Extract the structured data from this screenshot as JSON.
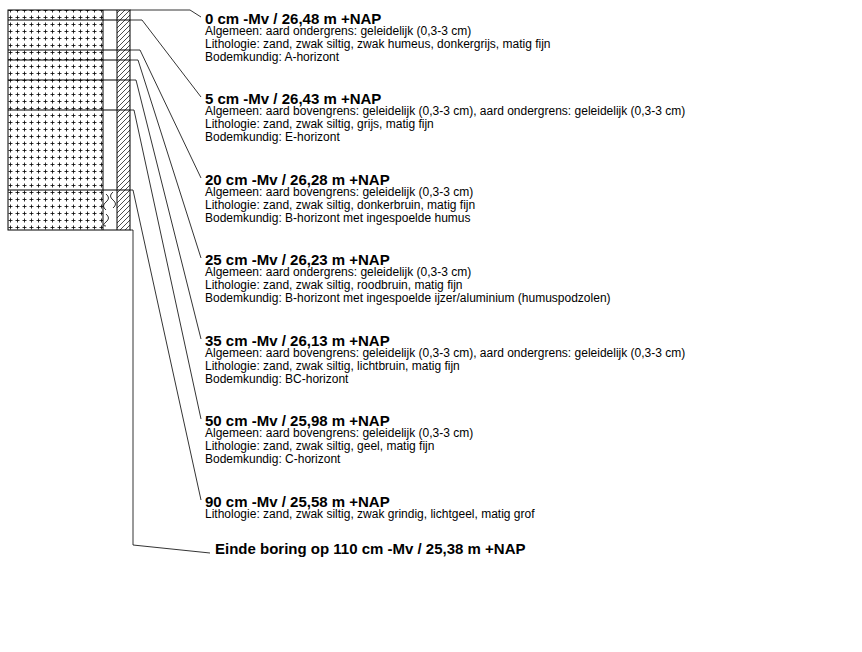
{
  "diagram": {
    "labels": [
      "0 cm -Mv / 26,48 m +NAP",
      "Algemeen: aard ondergrens: geleidelijk (0,3-3 cm)",
      "Lithologie: zand, zwak siltig, zwak humeus, donkergrijs, matig fijn",
      "Bodemkundig: A-horizont",
      "5 cm -Mv / 26,43 m +NAP",
      "Algemeen: aard bovengrens: geleidelijk (0,3-3 cm), aard ondergrens: geleidelijk (0,3-3 cm)",
      "Lithologie: zand, zwak siltig, grijs, matig fijn",
      "Bodemkundig: E-horizont",
      "20 cm -Mv / 26,28 m +NAP",
      "Algemeen: aard bovengrens: geleidelijk (0,3-3 cm)",
      "Lithologie: zand, zwak siltig, donkerbruin, matig fijn",
      "Bodemkundig: B-horizont met ingespoelde humus",
      "25 cm -Mv / 26,23 m +NAP",
      "Algemeen: aard ondergrens: geleidelijk (0,3-3 cm)",
      "Lithologie: zand, zwak siltig, roodbruin, matig fijn",
      "Bodemkundig: B-horizont met ingespoelde ijzer/aluminium (humuspodzolen)",
      "35 cm -Mv / 26,13 m +NAP",
      "Algemeen: aard bovengrens: geleidelijk (0,3-3 cm), aard ondergrens: geleidelijk (0,3-3 cm)",
      "Lithologie: zand, zwak siltig, lichtbruin, matig fijn",
      "Bodemkundig: BC-horizont",
      "50 cm -Mv / 25,98 m +NAP",
      "Algemeen: aard bovengrens: geleidelijk (0,3-3 cm)",
      "Lithologie: zand, zwak siltig, geel, matig fijn",
      "Bodemkundig: C-horizont",
      "90 cm -Mv / 25,58 m +NAP",
      "Lithologie: zand, zwak siltig, zwak grindig, lichtgeel, matig grof",
      "Einde boring op 110 cm -Mv / 25,38 m +NAP"
    ]
  }
}
